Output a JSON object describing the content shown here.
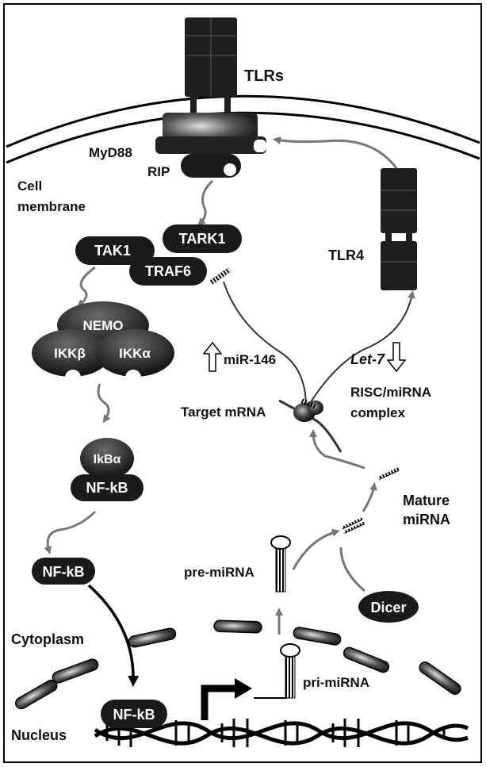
{
  "labels": {
    "tlrs": "TLRs",
    "myd88": "MyD88",
    "rip": "RIP",
    "cell_membrane_1": "Cell",
    "cell_membrane_2": "membrane",
    "tark1": "TARK1",
    "tak1": "TAK1",
    "traf6": "TRAF6",
    "tlr4": "TLR4",
    "nemo": "NEMO",
    "ikkb": "IKKβ",
    "ikka": "IKKα",
    "mir146": "miR-146",
    "let7": "Let-7",
    "target_mrna": "Target mRNA",
    "risc_1": "RISC/miRNA",
    "risc_2": "complex",
    "ikba": "IkBα",
    "nfkb_complex": "NF-kB",
    "mature_1": "Mature",
    "mature_2": "miRNA",
    "pre_mirna": "pre-miRNA",
    "dicer": "Dicer",
    "nfkb_cyto": "NF-kB",
    "cytoplasm": "Cytoplasm",
    "pri_mirna": "pri-miRNA",
    "nfkb_nucleus": "NF-kB",
    "nucleus": "Nucleus"
  },
  "colors": {
    "protein_dark": "#1a1a1a",
    "arrow_grey": "#777777",
    "outline": "#000000",
    "background": "#ffffff"
  }
}
